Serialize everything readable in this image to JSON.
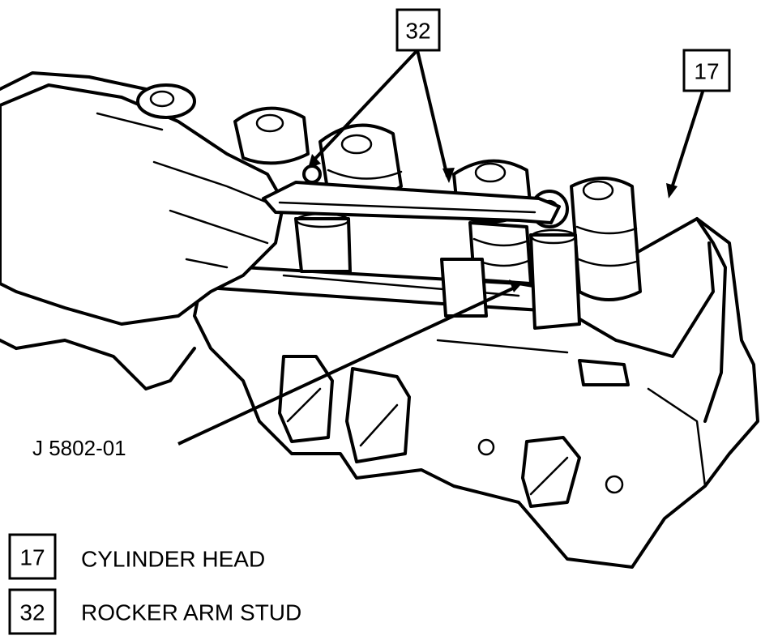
{
  "callouts": {
    "c32": "32",
    "c17": "17"
  },
  "tool_label": "J 5802-01",
  "legend": [
    {
      "num": "17",
      "text": "CYLINDER HEAD"
    },
    {
      "num": "32",
      "text": "ROCKER ARM STUD"
    }
  ]
}
